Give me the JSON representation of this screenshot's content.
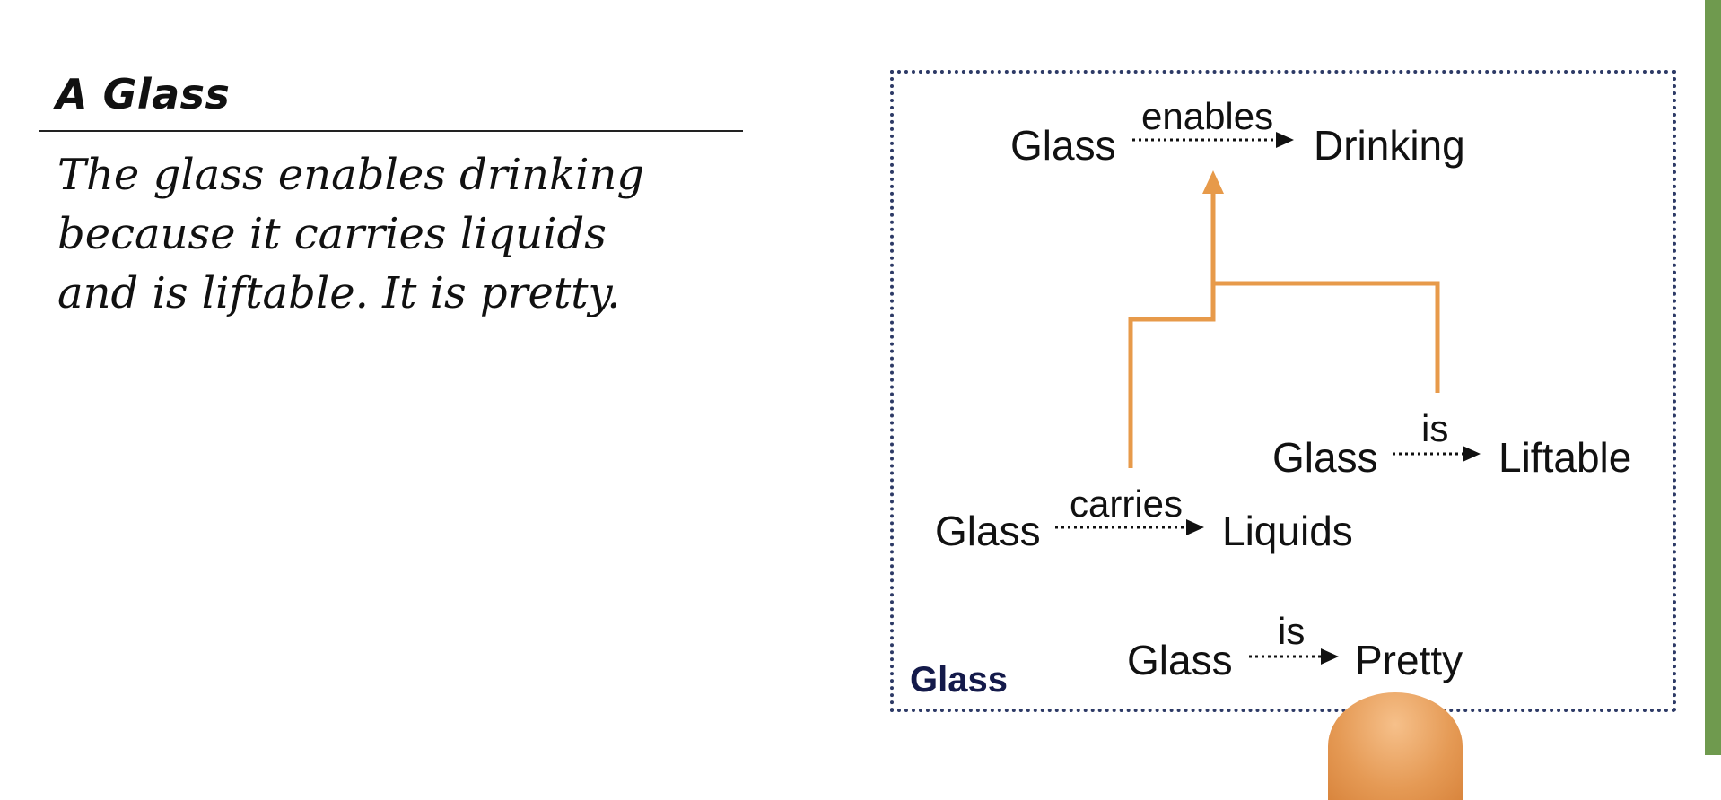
{
  "note": {
    "title": "A Glass",
    "lines": [
      "The glass enables drinking",
      "because it carries liquids",
      "and is liftable. It is pretty."
    ]
  },
  "frame": {
    "label": "Glass",
    "border_color": "#2d3a66"
  },
  "relations": [
    {
      "subject": "Glass",
      "predicate": "enables",
      "object": "Drinking"
    },
    {
      "subject": "Glass",
      "predicate": "is",
      "object": "Liftable"
    },
    {
      "subject": "Glass",
      "predicate": "carries",
      "object": "Liquids"
    },
    {
      "subject": "Glass",
      "predicate": "is",
      "object": "Pretty"
    }
  ],
  "colors": {
    "support_connector": "#e79a4a",
    "side_strip": "#6f9a4e"
  }
}
